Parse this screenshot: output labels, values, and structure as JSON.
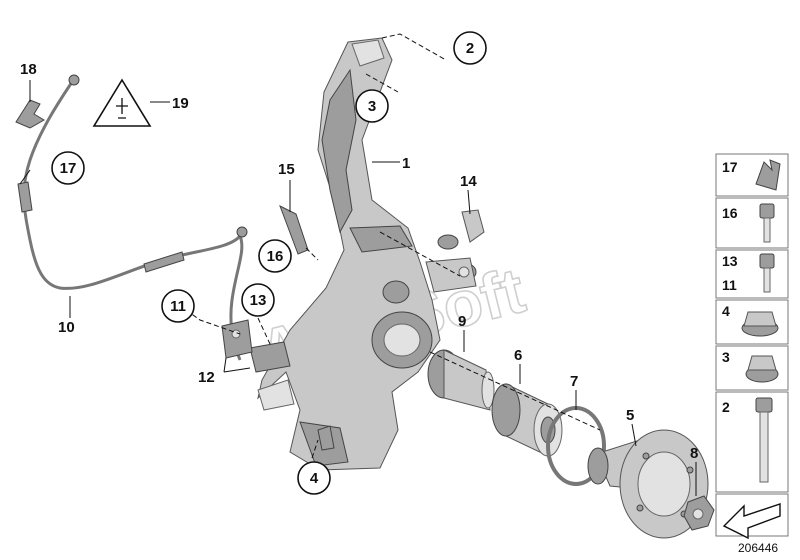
{
  "watermark": "AutoSoft",
  "doc_number": "206446",
  "callouts": {
    "c1": "1",
    "c2": "2",
    "c3": "3",
    "c4": "4",
    "c5": "5",
    "c6": "6",
    "c7": "7",
    "c8": "8",
    "c9": "9",
    "c10": "10",
    "c11": "11",
    "c12": "12",
    "c13": "13",
    "c14": "14",
    "c15": "15",
    "c16": "16",
    "c17": "17",
    "c18": "18",
    "c19": "19"
  },
  "side_panel": {
    "r17": "17",
    "r16": "16",
    "r13": "13",
    "r11": "11",
    "r4": "4",
    "r3": "3",
    "r2": "2"
  },
  "icons": [
    "warning-triangle-icon",
    "navigation-arrow-icon"
  ]
}
